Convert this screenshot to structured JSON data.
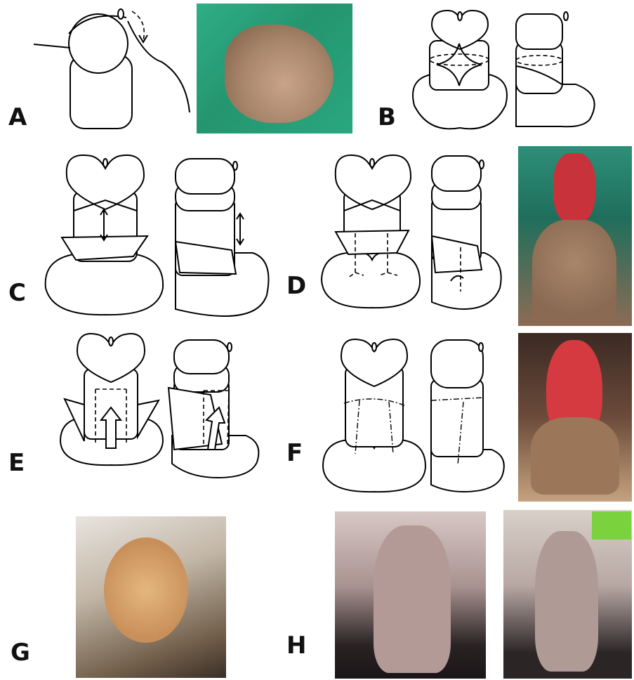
{
  "figure": {
    "panel_labels": {
      "A": "A",
      "B": "B",
      "C": "C",
      "D": "D",
      "E": "E",
      "F": "F",
      "G": "G",
      "H": "H"
    }
  },
  "colors": {
    "drape_green": "#2aa77f",
    "skin_tan": "#a8866b",
    "tissue_red": "#c8323a",
    "background_white": "#ffffff",
    "line_black": "#000000"
  }
}
